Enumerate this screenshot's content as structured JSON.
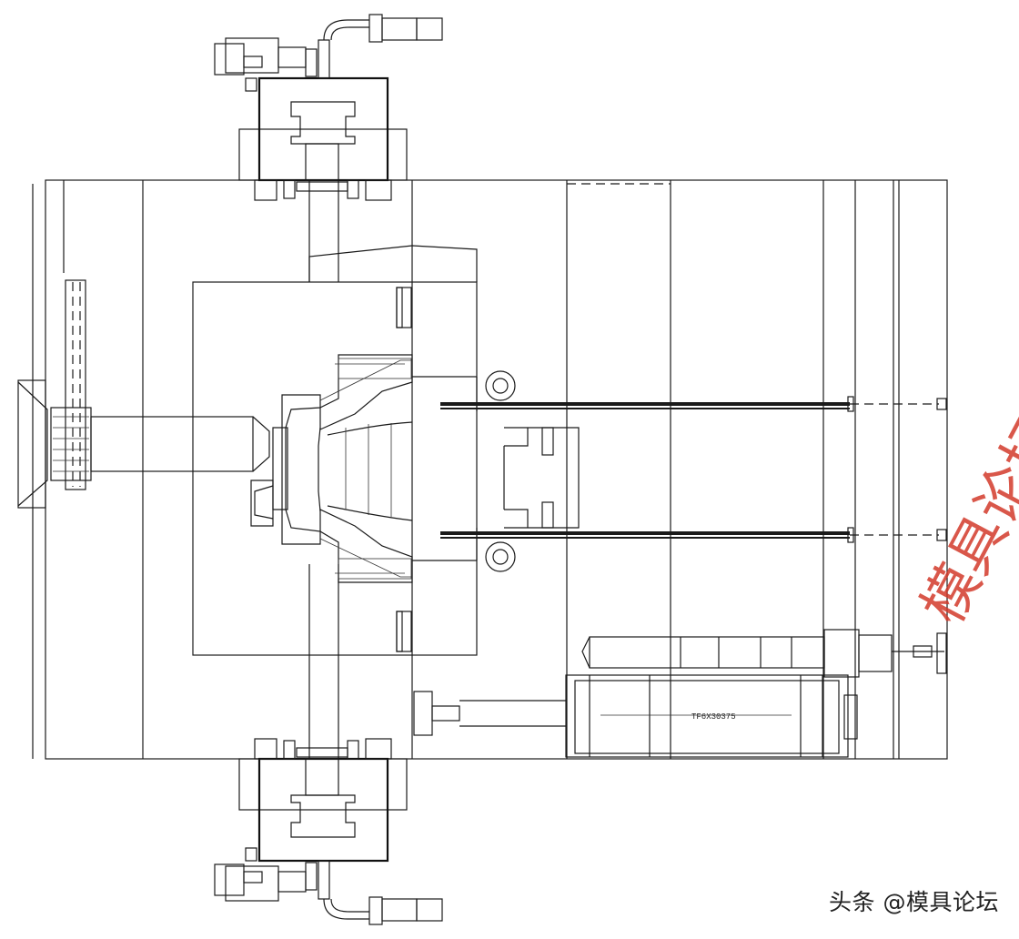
{
  "drawing": {
    "cylinder_label": "TF6X30375"
  },
  "watermark": {
    "text": "头条 @模具论坛",
    "behind_text": "模具论坛",
    "color": "#d23a2a"
  }
}
